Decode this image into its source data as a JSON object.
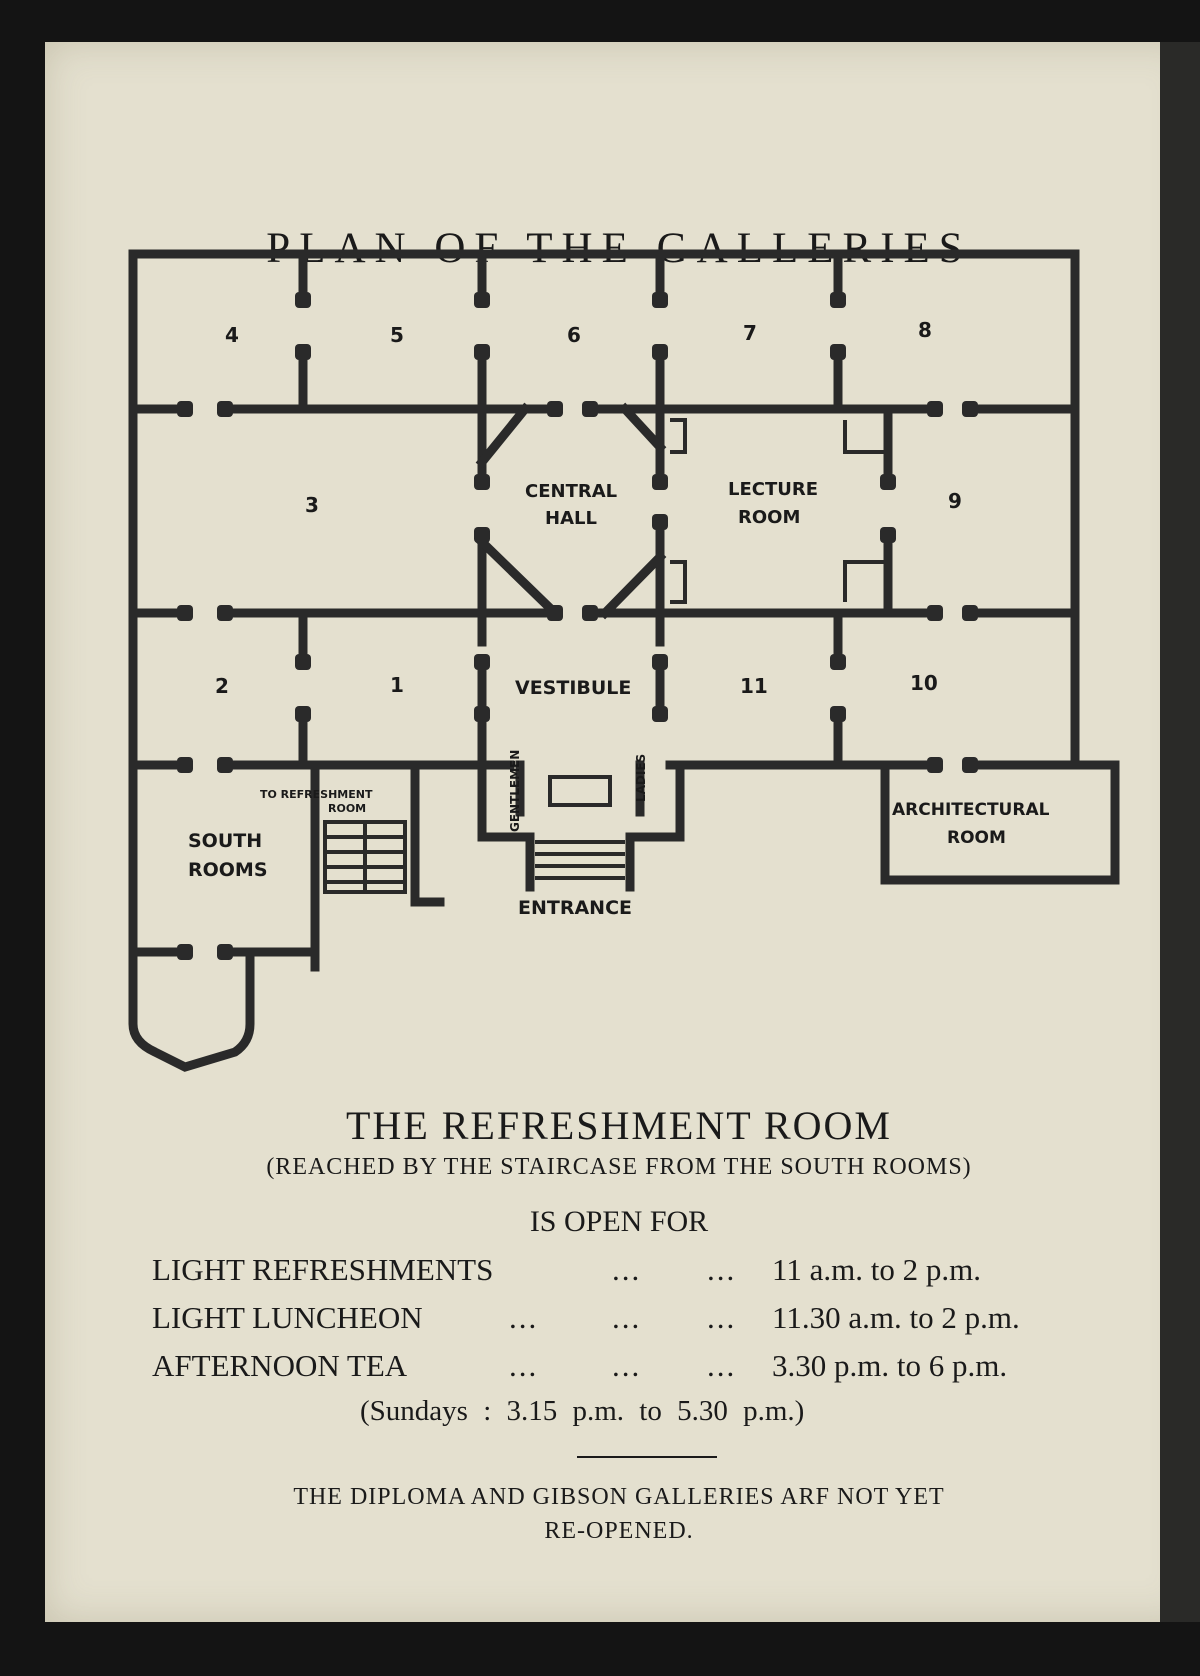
{
  "title": "PLAN OF THE GALLERIES",
  "plan": {
    "room_numbers": [
      "4",
      "5",
      "6",
      "7",
      "8",
      "3",
      "9",
      "2",
      "1",
      "11",
      "10"
    ],
    "central_hall": [
      "CENTRAL",
      "HALL"
    ],
    "lecture_room": [
      "LECTURE",
      "ROOM"
    ],
    "vestibule": "VESTIBULE",
    "gentlemen": "GENTLEMEN",
    "ladies": "LADIES",
    "to_refreshment": [
      "TO REFRESHMENT",
      "ROOM"
    ],
    "south_rooms": [
      "SOUTH",
      "ROOMS"
    ],
    "entrance": "ENTRANCE",
    "architectural_room": [
      "ARCHITECTURAL",
      "ROOM"
    ]
  },
  "refreshment": {
    "heading": "THE REFRESHMENT ROOM",
    "subheading": "(REACHED BY THE STAIRCASE FROM THE SOUTH ROOMS)",
    "open_for": "IS OPEN FOR",
    "rows": [
      {
        "label": "LIGHT REFRESHMENTS",
        "time": "11 a.m. to 2 p.m."
      },
      {
        "label": "LIGHT LUNCHEON",
        "time": "11.30 a.m. to 2 p.m."
      },
      {
        "label": "AFTERNOON TEA",
        "time": "3.30 p.m. to 6 p.m."
      }
    ],
    "sundays": "(Sundays :  3.15 p.m. to 5.30 p.m.)"
  },
  "note": [
    "THE DIPLOMA AND GIBSON GALLERIES ARF NOT YET",
    "RE-OPENED."
  ]
}
